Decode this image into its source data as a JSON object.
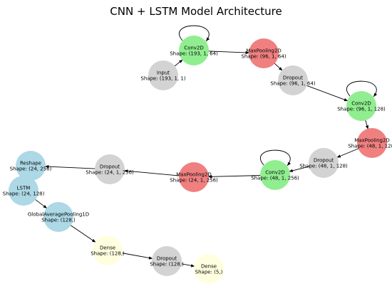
{
  "title": "CNN + LSTM Model Architecture",
  "colors": {
    "input": "#d3d3d3",
    "conv": "#90ee90",
    "pool": "#f08080",
    "dropout": "#d3d3d3",
    "recurrent": "#add8e6",
    "dense": "#ffffe0"
  },
  "nodes": [
    {
      "id": "input",
      "label": "Input",
      "shape": "Shape: (193, 1, 1)",
      "kind": "input"
    },
    {
      "id": "conv2d_1",
      "label": "Conv2D",
      "shape": "Shape: (193, 1, 64)",
      "kind": "conv"
    },
    {
      "id": "maxpool_1",
      "label": "MaxPooling2D",
      "shape": "Shape: (96, 1, 64)",
      "kind": "pool"
    },
    {
      "id": "dropout_1",
      "label": "Dropout",
      "shape": "Shape: (96, 1, 64)",
      "kind": "dropout"
    },
    {
      "id": "conv2d_2",
      "label": "Conv2D",
      "shape": "Shape: (96, 1, 128)",
      "kind": "conv"
    },
    {
      "id": "maxpool_2",
      "label": "MaxPooling2D",
      "shape": "Shape: (48, 1, 128)",
      "kind": "pool"
    },
    {
      "id": "dropout_2",
      "label": "Dropout",
      "shape": "Shape: (48, 1, 128)",
      "kind": "dropout"
    },
    {
      "id": "conv2d_3",
      "label": "Conv2D",
      "shape": "Shape: (48, 1, 256)",
      "kind": "conv"
    },
    {
      "id": "maxpool_3",
      "label": "MaxPooling2D",
      "shape": "Shape: (24, 1, 256)",
      "kind": "pool"
    },
    {
      "id": "dropout_3",
      "label": "Dropout",
      "shape": "Shape: (24, 1, 256)",
      "kind": "dropout"
    },
    {
      "id": "reshape",
      "label": "Reshape",
      "shape": "Shape: (24, 256)",
      "kind": "recurrent"
    },
    {
      "id": "lstm",
      "label": "LSTM",
      "shape": "Shape: (24, 128)",
      "kind": "recurrent"
    },
    {
      "id": "gap",
      "label": "GlobalAveragePooling1D",
      "shape": "Shape: (128,)",
      "kind": "recurrent"
    },
    {
      "id": "dense_1",
      "label": "Dense",
      "shape": "Shape: (128,)",
      "kind": "dense"
    },
    {
      "id": "dropout_4",
      "label": "Dropout",
      "shape": "Shape: (128,)",
      "kind": "dropout"
    },
    {
      "id": "dense_2",
      "label": "Dense",
      "shape": "Shape: (5,)",
      "kind": "dense"
    }
  ],
  "edges": [
    [
      "input",
      "conv2d_1"
    ],
    [
      "conv2d_1",
      "maxpool_1"
    ],
    [
      "maxpool_1",
      "dropout_1"
    ],
    [
      "dropout_1",
      "conv2d_2"
    ],
    [
      "conv2d_2",
      "maxpool_2"
    ],
    [
      "maxpool_2",
      "dropout_2"
    ],
    [
      "dropout_2",
      "conv2d_3"
    ],
    [
      "conv2d_3",
      "maxpool_3"
    ],
    [
      "maxpool_3",
      "dropout_3"
    ],
    [
      "dropout_3",
      "reshape"
    ],
    [
      "reshape",
      "lstm"
    ],
    [
      "lstm",
      "gap"
    ],
    [
      "gap",
      "dense_1"
    ],
    [
      "dense_1",
      "dropout_4"
    ],
    [
      "dropout_4",
      "dense_2"
    ]
  ],
  "self_loops": [
    "conv2d_1",
    "conv2d_2",
    "conv2d_3"
  ]
}
